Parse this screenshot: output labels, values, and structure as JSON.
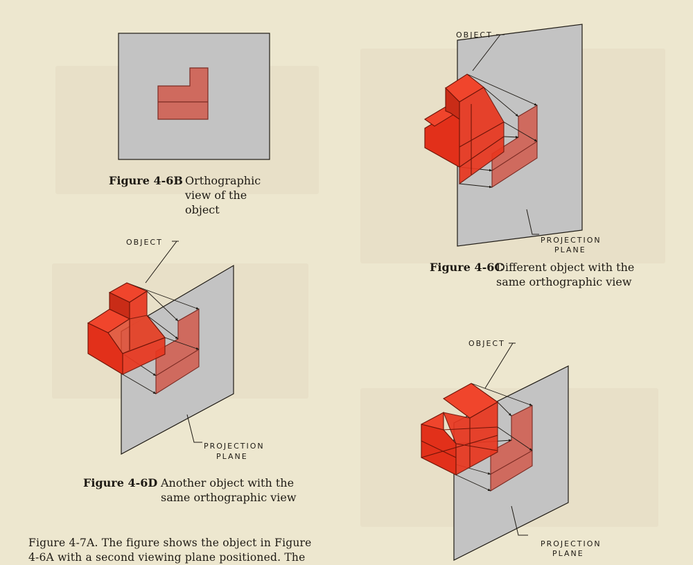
{
  "page": {
    "body_text": "Figure 4-7A. The figure shows the object in Figure\n4-6A with a second viewing plane positioned. The"
  },
  "figures": {
    "fig_4_6b": {
      "number": "Figure 4-6B",
      "caption": "Orthographic view of the object"
    },
    "fig_4_6c": {
      "number": "Figure 4-6C",
      "caption": "Different object with the same orthographic view",
      "object_label": "OBJECT",
      "plane_label_1": "PROJECTION",
      "plane_label_2": "PLANE"
    },
    "fig_4_6d": {
      "number": "Figure 4-6D",
      "caption": "Another object with the same orthographic view",
      "object_label": "OBJECT",
      "plane_label_1": "PROJECTION",
      "plane_label_2": "PLANE"
    },
    "fig_4_6e": {
      "object_label": "OBJECT",
      "plane_label_1": "PROJECTION",
      "plane_label_2": "PLANE"
    }
  },
  "colors": {
    "object_red": "#e8361f",
    "object_dark": "#8a1a0e",
    "view_red": "#cf6a5e",
    "plane_gray": "#c3c3c3",
    "page_bg": "#ede7cf"
  }
}
